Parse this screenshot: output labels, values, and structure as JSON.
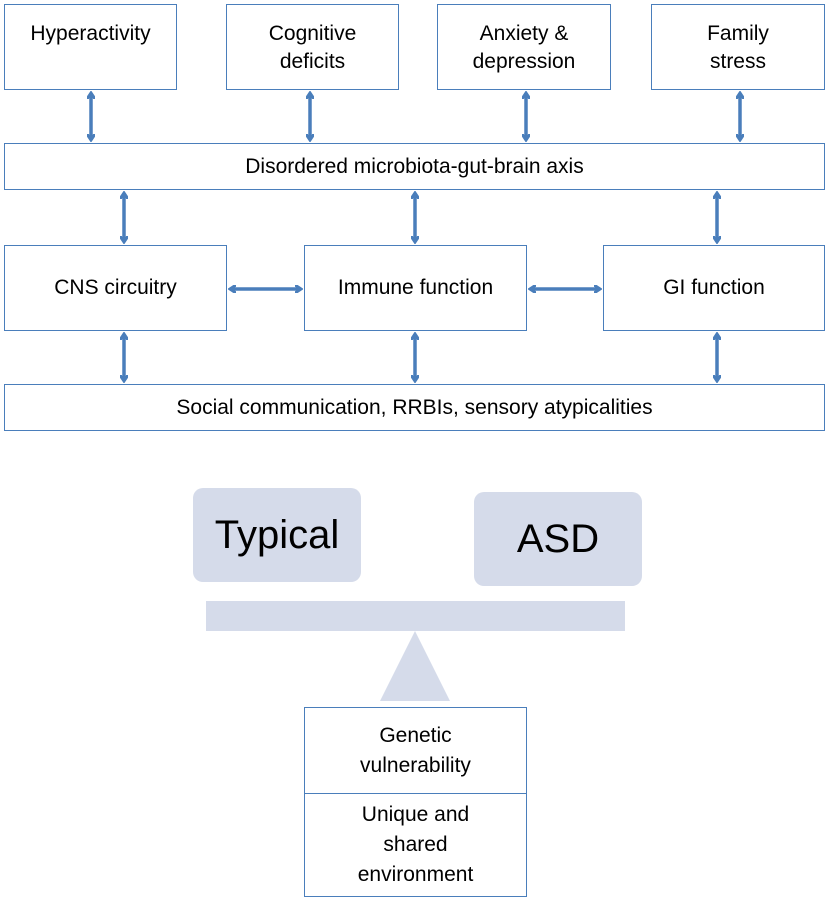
{
  "top_boxes": [
    {
      "lines": [
        "Hyperactivity",
        ""
      ]
    },
    {
      "lines": [
        "Cognitive",
        "deficits"
      ]
    },
    {
      "lines": [
        "Anxiety &",
        "depression"
      ]
    },
    {
      "lines": [
        "Family",
        "stress"
      ]
    }
  ],
  "axis_bar": {
    "label": "Disordered microbiota-gut-brain axis"
  },
  "mid_boxes": [
    {
      "label": "CNS circuitry"
    },
    {
      "label": "Immune function"
    },
    {
      "label": "GI function"
    }
  ],
  "outcome_bar": {
    "label": "Social communication, RRBIs, sensory atypicalities"
  },
  "balance": {
    "left_pan": "Typical",
    "right_pan": "ASD"
  },
  "fulcrum_base": {
    "upper": [
      "Genetic",
      "vulnerability"
    ],
    "lower": [
      "Unique and",
      "shared",
      "environment"
    ]
  },
  "colors": {
    "border": "#4a7ebb",
    "arrow": "#4a7ebb",
    "balance_fill": "#d5dbea"
  }
}
